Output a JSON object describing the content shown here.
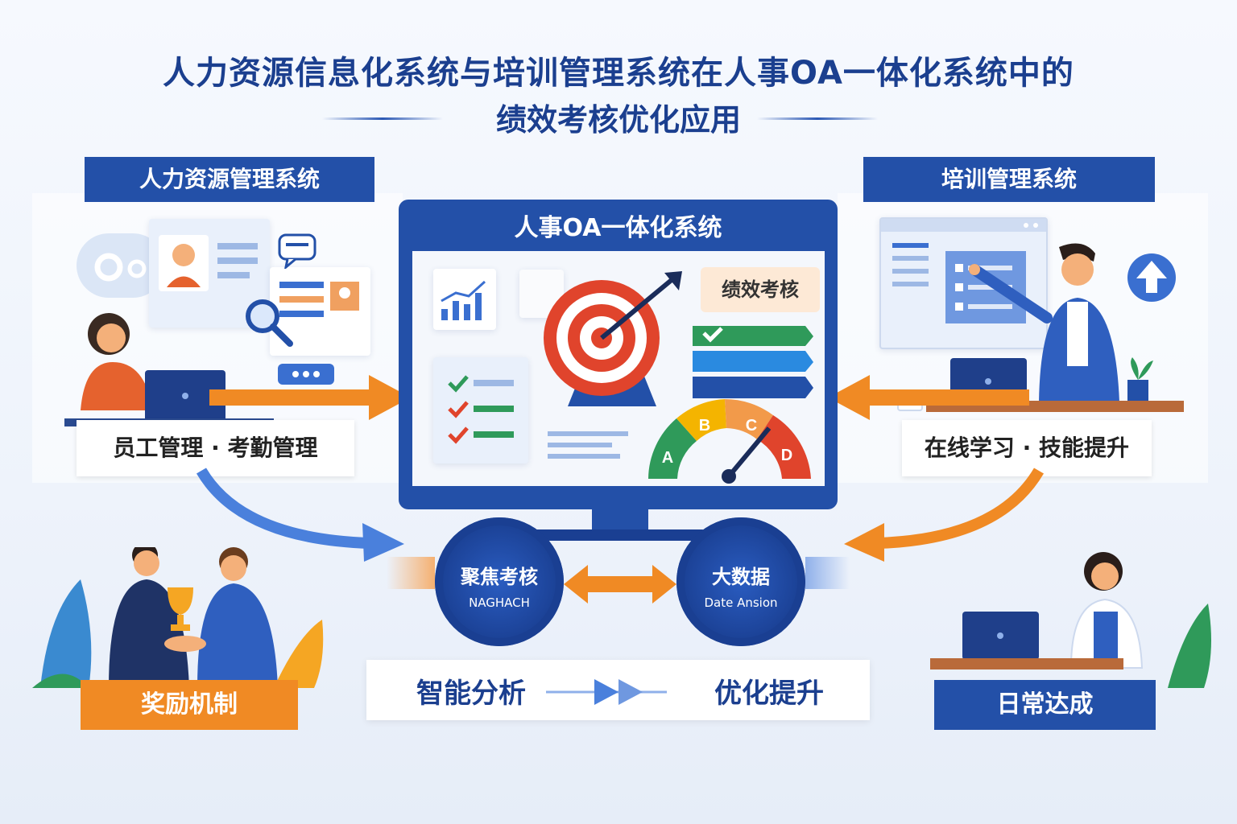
{
  "header": {
    "title_line1": "人力资源信息化系统与培训管理系统在人事OA一体化系统中的",
    "title_line2": "绩效考核优化应用"
  },
  "left_section": {
    "ribbon": "人力资源管理系统",
    "caption": "员工管理 · 考勤管理"
  },
  "right_section": {
    "ribbon": "培训管理系统",
    "caption": "在线学习 · 技能提升"
  },
  "center": {
    "monitor_title": "人事OA一体化系统",
    "kpi_label": "绩效考核",
    "gauge_grades": [
      "A",
      "B",
      "C",
      "D"
    ]
  },
  "gears": [
    {
      "title": "聚焦考核",
      "subtitle": "NAGHACH"
    },
    {
      "title": "大数据",
      "subtitle": "Date Ansion"
    }
  ],
  "bottom": {
    "left_badge": "奖励机制",
    "flow_left": "智能分析",
    "flow_right": "优化提升",
    "right_badge": "日常达成"
  },
  "colors": {
    "primary_blue": "#2350a8",
    "dark_blue": "#1b3f8f",
    "orange": "#f08a24",
    "target_red": "#e0442c"
  }
}
